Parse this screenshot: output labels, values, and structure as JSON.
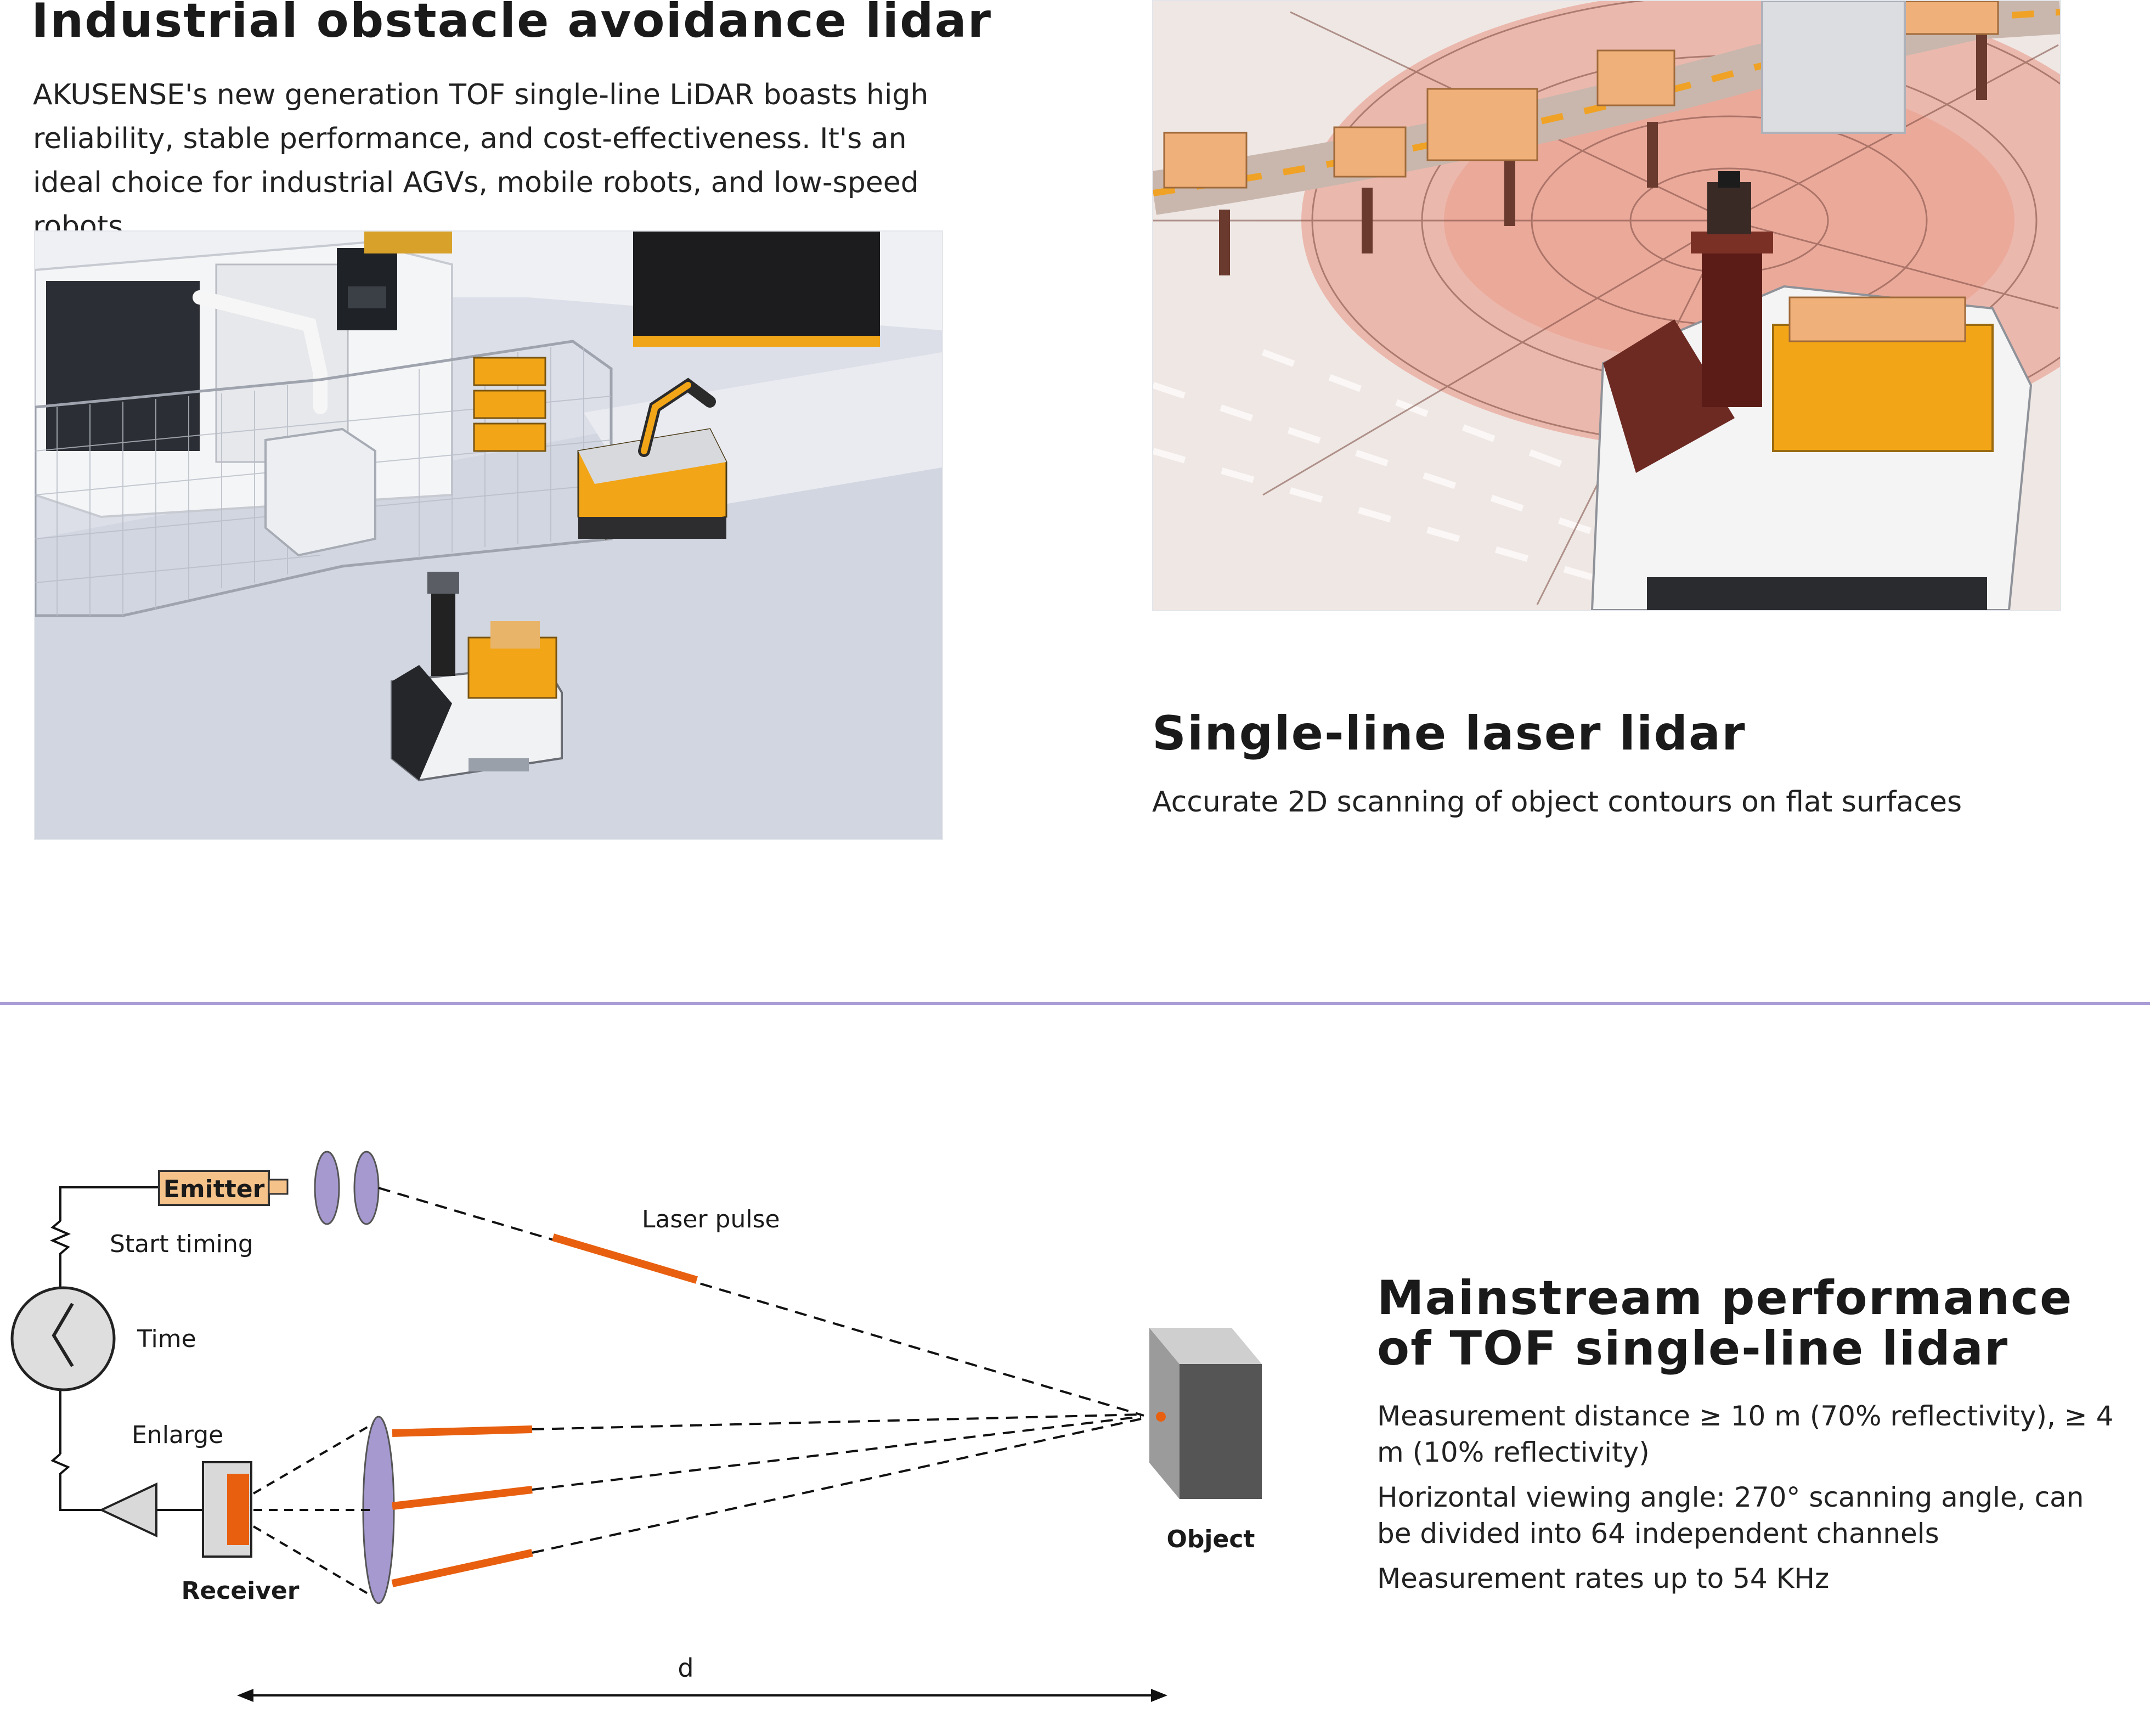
{
  "left": {
    "title": "Industrial obstacle avoidance lidar",
    "description": "AKUSENSE's new generation TOF single-line LiDAR boasts high reliability, stable performance, and cost-effectiveness. It's an ideal choice for industrial AGVs, mobile robots, and low-speed robots."
  },
  "right": {
    "title": "Single-line laser lidar",
    "subtitle": "Accurate 2D scanning of object contours on flat surfaces"
  },
  "diagram": {
    "emitter": "Emitter",
    "start_timing": "Start timing",
    "time": "Time",
    "enlarge": "Enlarge",
    "receiver": "Receiver",
    "laser_pulse": "Laser pulse",
    "object": "Object",
    "distance": "d"
  },
  "performance": {
    "title": "Mainstream performance of TOF single-line lidar",
    "specs": [
      "Measurement distance ≥ 10 m (70% reflectivity), ≥ 4 m (10% reflectivity)",
      "Horizontal viewing angle: 270° scanning angle, can be divided into 64 independent channels",
      "Measurement rates up to 54 KHz"
    ]
  },
  "colors": {
    "accent_orange": "#e8600f",
    "lens_purple": "#a599d0",
    "emitter_fill": "#f5c28a",
    "divider": "#a89bd6",
    "agv_yellow": "#f2a516"
  }
}
